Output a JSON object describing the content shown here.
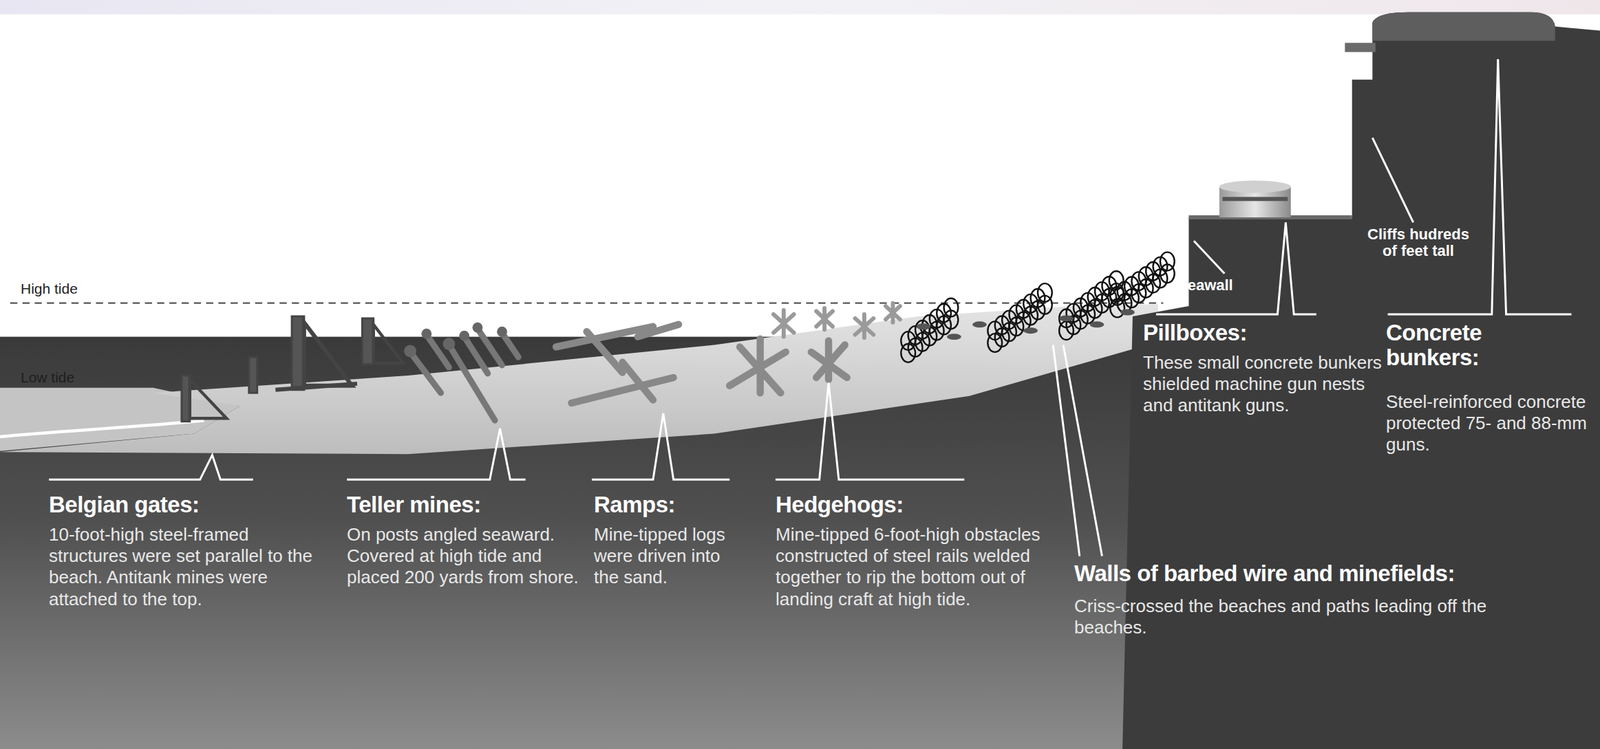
{
  "diagram": {
    "labels": [
      "High tide",
      "Low tide",
      "Seawall",
      "Cliffs hudreds of feet tall",
      "Pillboxes:",
      "These small concrete bunkers shielded machine gun nests and antitank guns.",
      "Concrete bunkers:",
      "Steel-reinforced concrete protected 75- and 88-mm guns.",
      "Belgian gates:",
      "10-foot-high steel-framed structures were set parallel to the beach. Antitank mines were attached to the top.",
      "Teller mines:",
      "On posts angled seaward. Covered at high tide and placed 200 yards from shore.",
      "Ramps:",
      "Mine-tipped logs were driven into the sand.",
      "Hedgehogs:",
      "Mine-tipped 6-foot-high obstacles constructed of steel rails welded together to rip the bottom out of landing craft at high tide.",
      "Walls of barbed wire and minefields:",
      "Criss-crossed the beaches and paths leading off the beaches."
    ]
  }
}
